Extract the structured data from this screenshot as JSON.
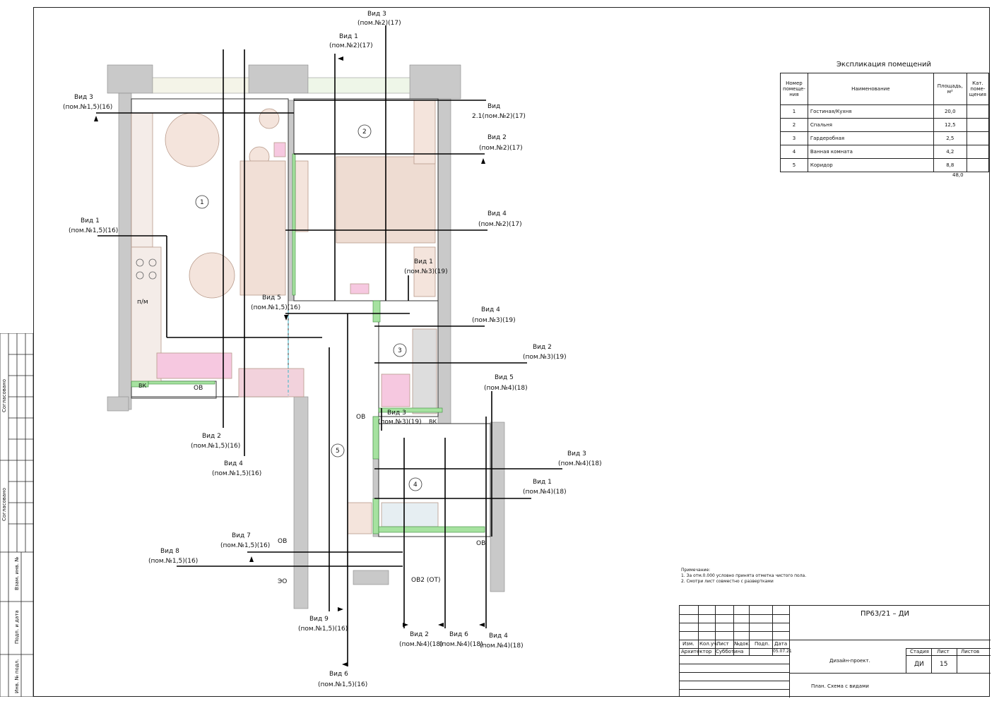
{
  "explication": {
    "title": "Экспликация помещений",
    "headers": [
      "Номер помеще-ния",
      "Наименование",
      "Площадь, м²",
      "Кат. поме-щения"
    ],
    "rows": [
      {
        "num": "1",
        "name": "Гостиная/Кухня",
        "area": "20,0",
        "cat": ""
      },
      {
        "num": "2",
        "name": "Спальня",
        "area": "12,5",
        "cat": ""
      },
      {
        "num": "3",
        "name": "Гардеробная",
        "area": "2,5",
        "cat": ""
      },
      {
        "num": "4",
        "name": "Ванная комната",
        "area": "4,2",
        "cat": ""
      },
      {
        "num": "5",
        "name": "Коридор",
        "area": "8,8",
        "cat": ""
      }
    ],
    "total": "48,0"
  },
  "notes": {
    "heading": "Примечание:",
    "line1": "1.   За отм.0.000 условно принята отметка чистого пола.",
    "line2": "2.   Смотри лист совместно с развертками"
  },
  "title_block": {
    "code": "ПР63/21 – ДИ",
    "col_izm": "Изм.",
    "col_kol": "Кол.уч.",
    "col_list": "Лист",
    "col_doc": "№док.",
    "col_sign": "Подп.",
    "col_date": "Дата",
    "role": "Архитектор",
    "name": "Субботина",
    "date": "05.07.21",
    "project": "Дизайн-проект.",
    "sheet_title": "План. Схема с видами",
    "stage_label": "Стадия",
    "sheet_label": "Лист",
    "sheets_label": "Листов",
    "stage": "ДИ",
    "sheet": "15",
    "sheets": ""
  },
  "side_stamp": {
    "agreed1": "Согласовано",
    "agreed2": "Согласовано",
    "inv_zam": "Взам. инв. №",
    "sign_date": "Подп. и дата",
    "inv_podl": "Инв. № подл."
  },
  "rooms": [
    "1",
    "2",
    "3",
    "4",
    "5"
  ],
  "equipment": {
    "vk1": "ВК",
    "ov1": "ОВ",
    "vk2": "ВК",
    "ov2": "ОВ",
    "ov3": "ОВ",
    "ov4": "ОВ",
    "eo": "ЭО",
    "ov2ot": "ОВ2 (ОТ)",
    "pm": "п/м"
  },
  "views": {
    "v3_top": [
      "Вид 3",
      "(пом.№2)(17)"
    ],
    "v1_top": [
      "Вид 1",
      "(пом.№2)(17)"
    ],
    "v3_left": [
      "Вид 3",
      "(пом.№1,5)(16)"
    ],
    "v_2_1": [
      "Вид",
      "2.1(пом.№2)(17)"
    ],
    "v2_r2": [
      "Вид 2",
      "(пом.№2)(17)"
    ],
    "v1_left": [
      "Вид 1",
      "(пом.№1,5)(16)"
    ],
    "v4_r2": [
      "Вид 4",
      "(пом.№2)(17)"
    ],
    "v1_r3": [
      "Вид 1",
      "(пом.№3)(19)"
    ],
    "v5_left": [
      "Вид 5",
      "(пом.№1,5)(16)"
    ],
    "v4_r3": [
      "Вид 4",
      "(пом.№3)(19)"
    ],
    "v2_r3": [
      "Вид 2",
      "(пом.№3)(19)"
    ],
    "v5_r4": [
      "Вид 5",
      "(пом.№4)(18)"
    ],
    "v3_r3": [
      "Вид 3",
      "(пом.№3)(19)"
    ],
    "v2_bottom_left": [
      "Вид 2",
      "(пом.№1,5)(16)"
    ],
    "v4_bottom_left": [
      "Вид 4",
      "(пом.№1,5)(16)"
    ],
    "v3_r4": [
      "Вид 3",
      "(пом.№4)(18)"
    ],
    "v1_r4": [
      "Вид 1",
      "(пом.№4)(18)"
    ],
    "v7": [
      "Вид 7",
      "(пом.№1,5)(16)"
    ],
    "v8": [
      "Вид 8",
      "(пом.№1,5)(16)"
    ],
    "v9": [
      "Вид 9",
      "(пом.№1,5)(16)"
    ],
    "v6_left": [
      "Вид 6",
      "(пом.№1,5)(16)"
    ],
    "v2_r4": [
      "Вид 2",
      "(пом.№4)(18)"
    ],
    "v6_r4": [
      "Вид 6",
      "(пом.№4)(18)"
    ],
    "v4_r4": [
      "Вид 4",
      "(пом.№4)(18)"
    ]
  }
}
